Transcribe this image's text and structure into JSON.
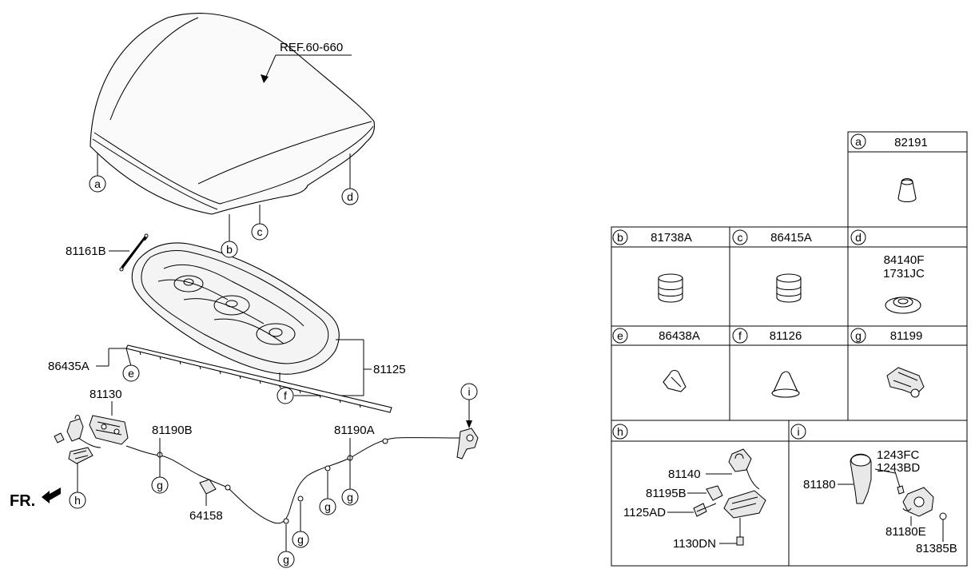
{
  "reference": "REF.60-660",
  "front_marker": "FR.",
  "callout_letters": [
    "a",
    "b",
    "c",
    "d",
    "e",
    "f",
    "g",
    "h",
    "i"
  ],
  "part_labels": {
    "hood_strut": "81161B",
    "hood_insulator": "81125",
    "weatherstrip": "86435A",
    "hood_latch": "81130",
    "release_cable_front": "81190B",
    "release_cable_rear": "81190A",
    "cable_bracket": "64158"
  },
  "legend": {
    "a": {
      "letter": "a",
      "parts": [
        "82191"
      ]
    },
    "b": {
      "letter": "b",
      "parts": [
        "81738A"
      ]
    },
    "c": {
      "letter": "c",
      "parts": [
        "86415A"
      ]
    },
    "d": {
      "letter": "d",
      "parts": [
        "84140F",
        "1731JC"
      ]
    },
    "e": {
      "letter": "e",
      "parts": [
        "86438A"
      ]
    },
    "f": {
      "letter": "f",
      "parts": [
        "81126"
      ]
    },
    "g": {
      "letter": "g",
      "parts": [
        "81199"
      ]
    },
    "h": {
      "letter": "h",
      "parts": [
        "81140",
        "81195B",
        "1125AD",
        "1130DN"
      ]
    },
    "i": {
      "letter": "i",
      "parts": [
        "1243FC",
        "1243BD",
        "81180",
        "81180E",
        "81385B"
      ]
    }
  },
  "colors": {
    "line": "#000000",
    "background": "#ffffff",
    "part_fill": "#e8e8e8"
  }
}
